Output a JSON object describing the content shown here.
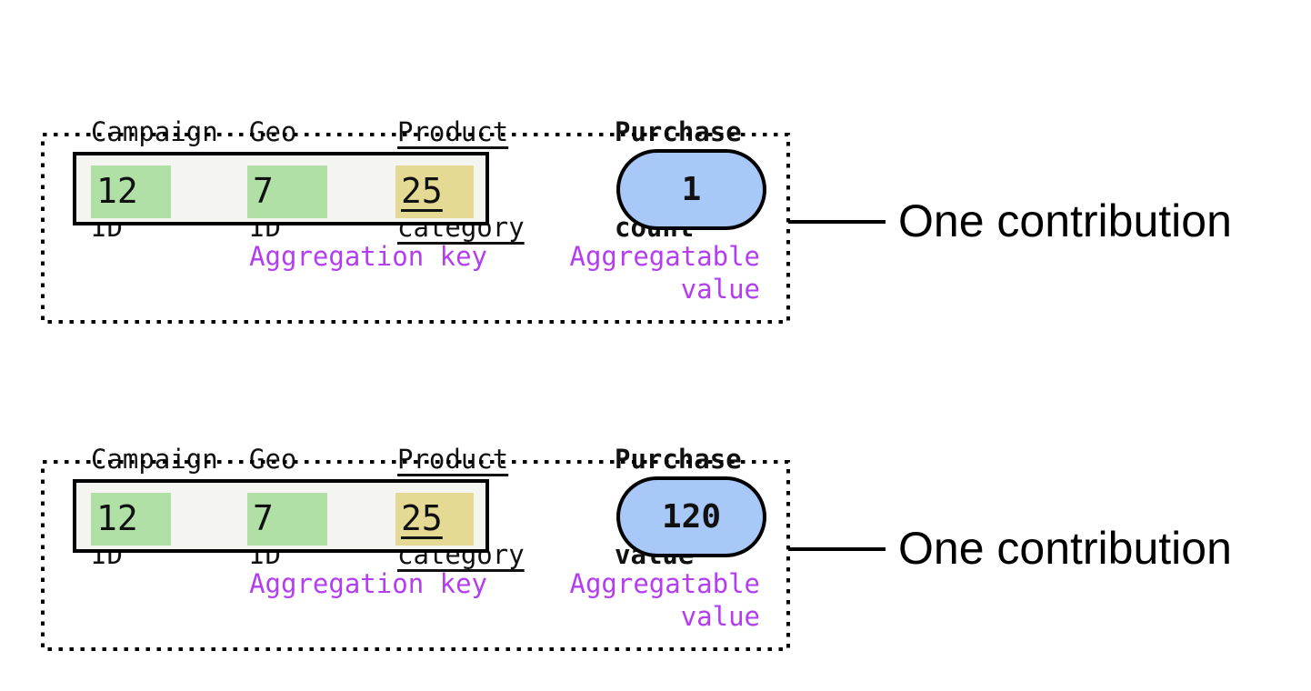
{
  "colors": {
    "key_highlight_green": "#b1e0a7",
    "key_highlight_yellow": "#e5da93",
    "value_pill_blue": "#a8c9f7",
    "label_purple": "#b33ef0",
    "record_background": "#f4f4f1",
    "ink_black": "#000000"
  },
  "sections": [
    {
      "headers": {
        "campaign": {
          "line1": "Campaign",
          "line2": "ID"
        },
        "geo": {
          "line1": "Geo",
          "line2": "ID"
        },
        "product": {
          "line1": "Product",
          "line2": "category"
        },
        "metric": {
          "line1": "Purchase",
          "line2": "count"
        }
      },
      "record": {
        "campaign_id": "12",
        "geo_id": "7",
        "product_category": "25"
      },
      "value": "1",
      "labels": {
        "aggregation_key": "Aggregation key",
        "aggregatable_line1": "Aggregatable",
        "aggregatable_line2": "value",
        "annotation": "One contribution"
      }
    },
    {
      "headers": {
        "campaign": {
          "line1": "Campaign",
          "line2": "ID"
        },
        "geo": {
          "line1": "Geo",
          "line2": "ID"
        },
        "product": {
          "line1": "Product",
          "line2": "category"
        },
        "metric": {
          "line1": "Purchase",
          "line2": "value"
        }
      },
      "record": {
        "campaign_id": "12",
        "geo_id": "7",
        "product_category": "25"
      },
      "value": "120",
      "labels": {
        "aggregation_key": "Aggregation key",
        "aggregatable_line1": "Aggregatable",
        "aggregatable_line2": "value",
        "annotation": "One contribution"
      }
    }
  ]
}
